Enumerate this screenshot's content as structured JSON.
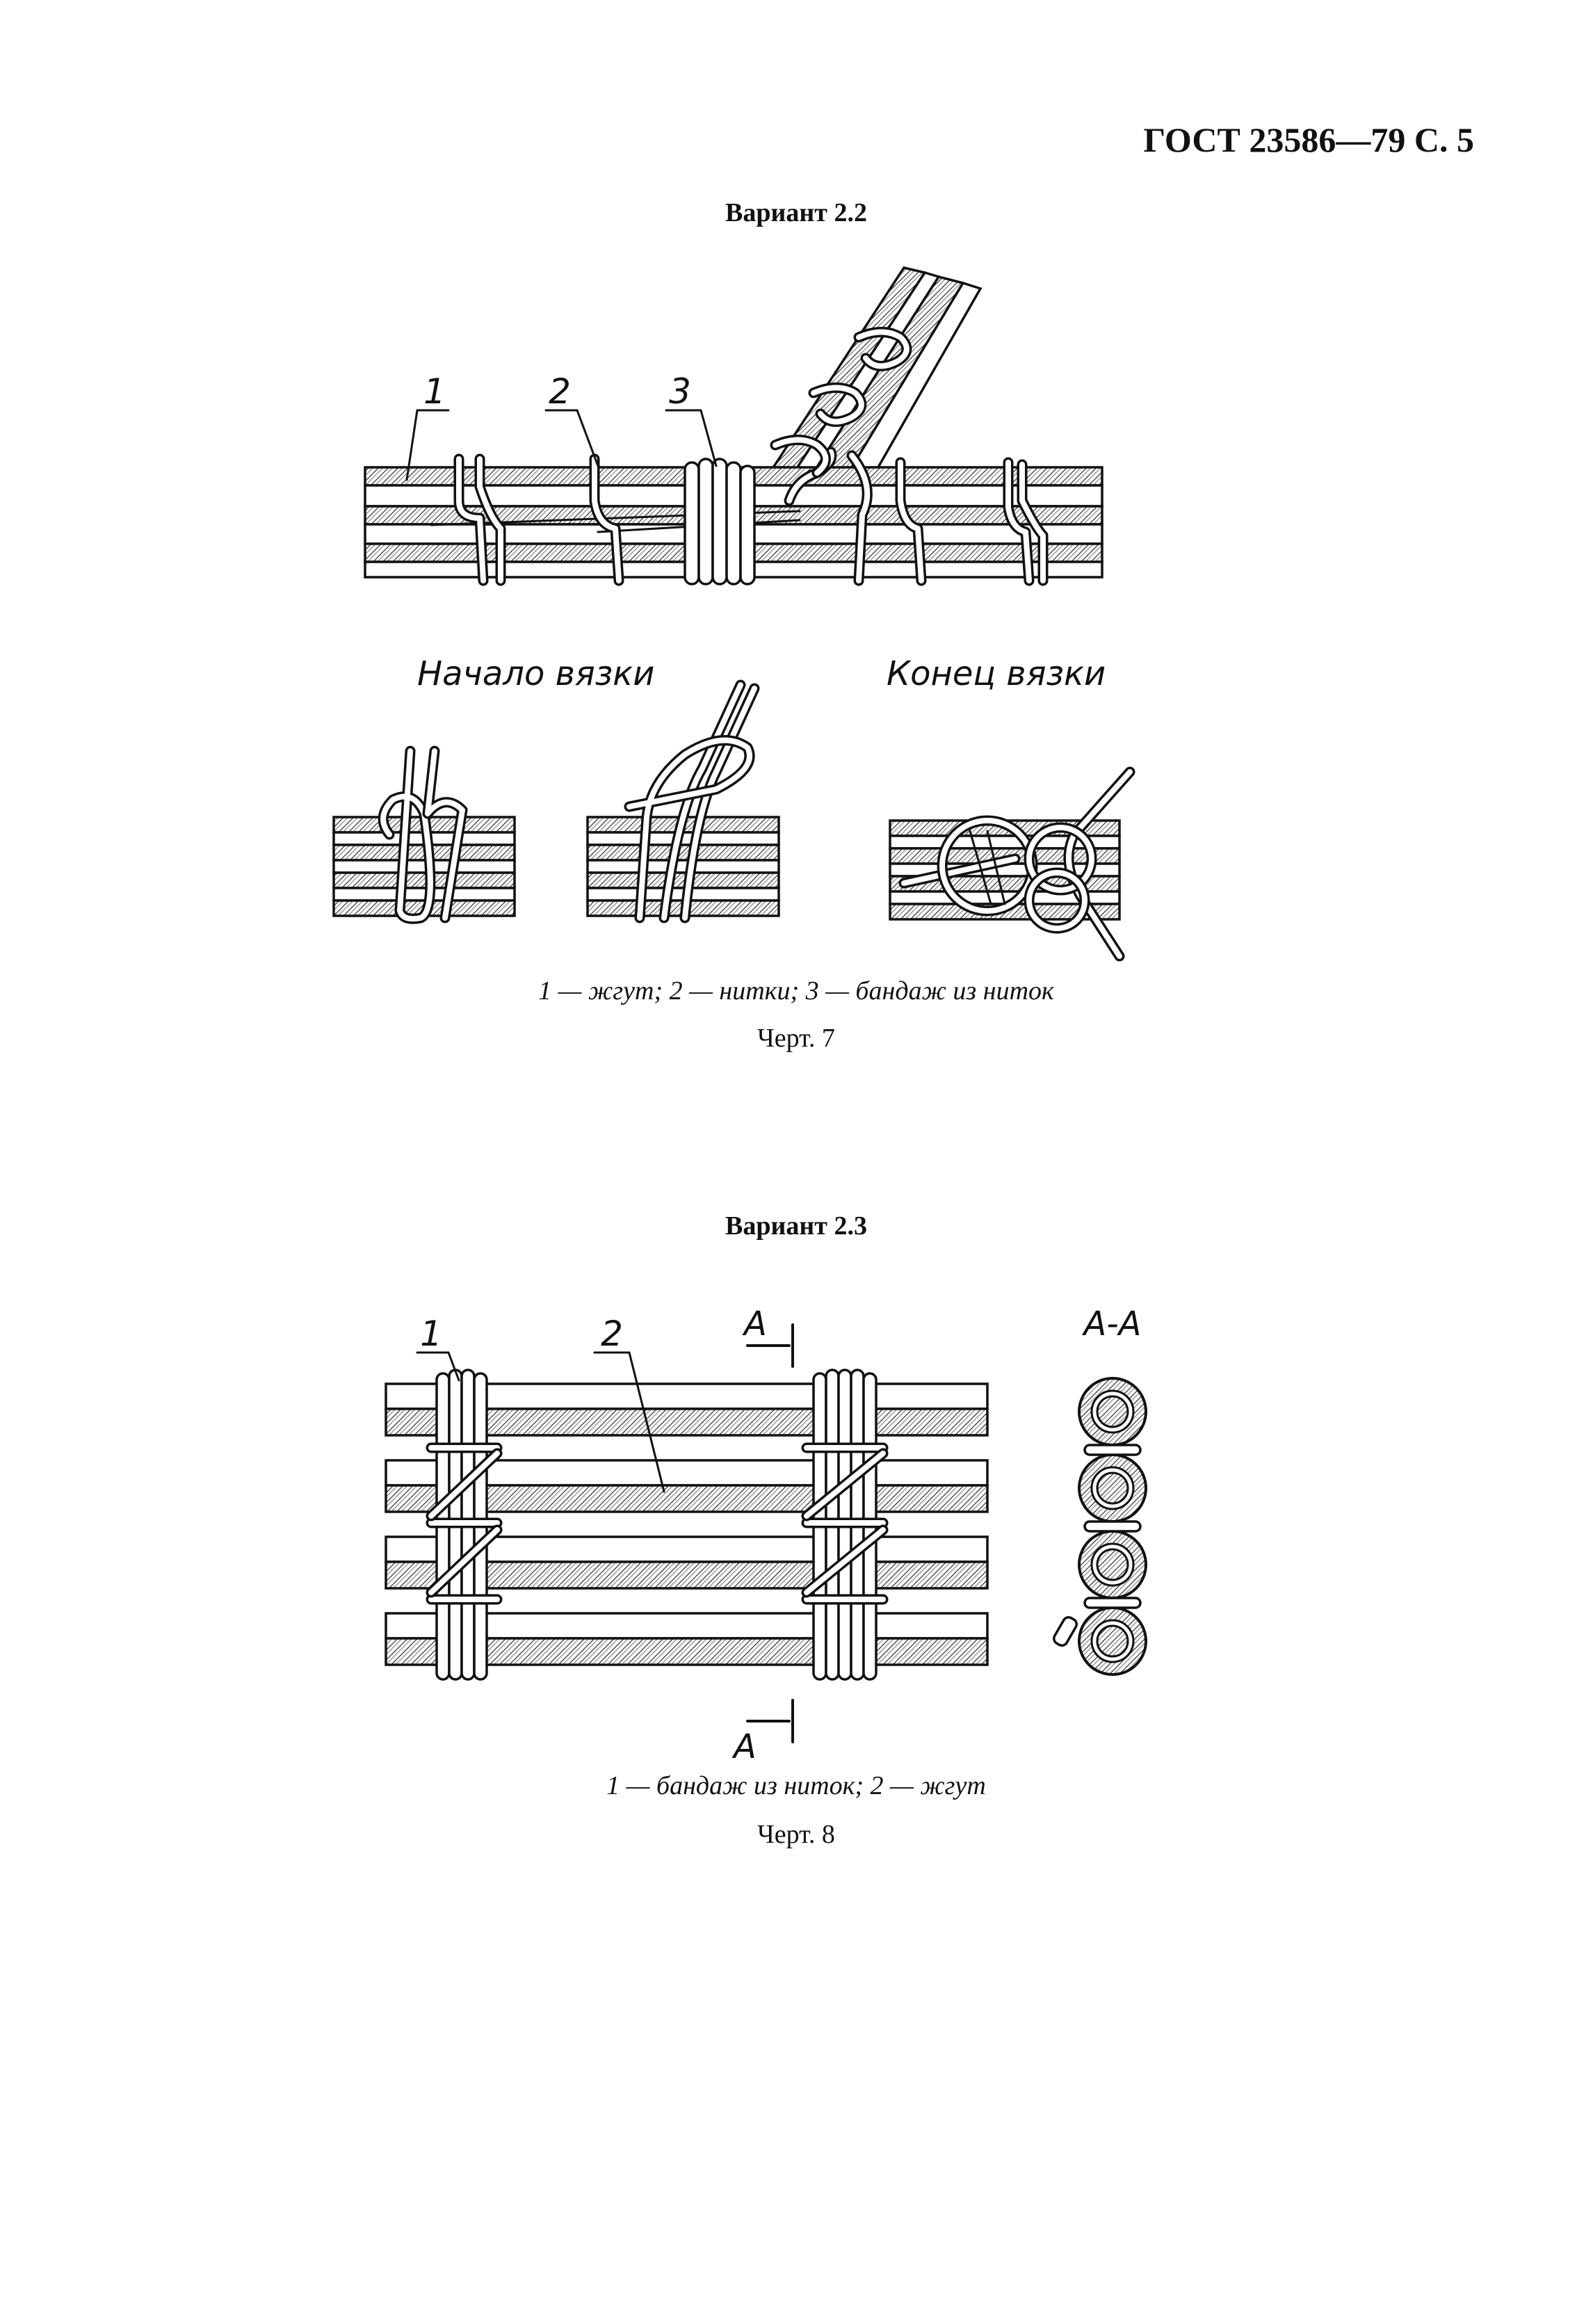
{
  "header": {
    "text": "ГОСТ 23586—79 С. 5"
  },
  "section1": {
    "title": "Вариант 2.2",
    "callouts": [
      "1",
      "2",
      "3"
    ],
    "label_start": "Начало вязки",
    "label_end": "Конец вязки",
    "legend": "1 — жгут; 2 — нитки; 3 — бандаж из ниток",
    "caption": "Черт. 7"
  },
  "section2": {
    "title": "Вариант 2.3",
    "callouts": [
      "1",
      "2"
    ],
    "section_mark": "А",
    "section_label": "А-А",
    "legend": "1 — бандаж из ниток; 2 — жгут",
    "caption": "Черт. 8"
  }
}
